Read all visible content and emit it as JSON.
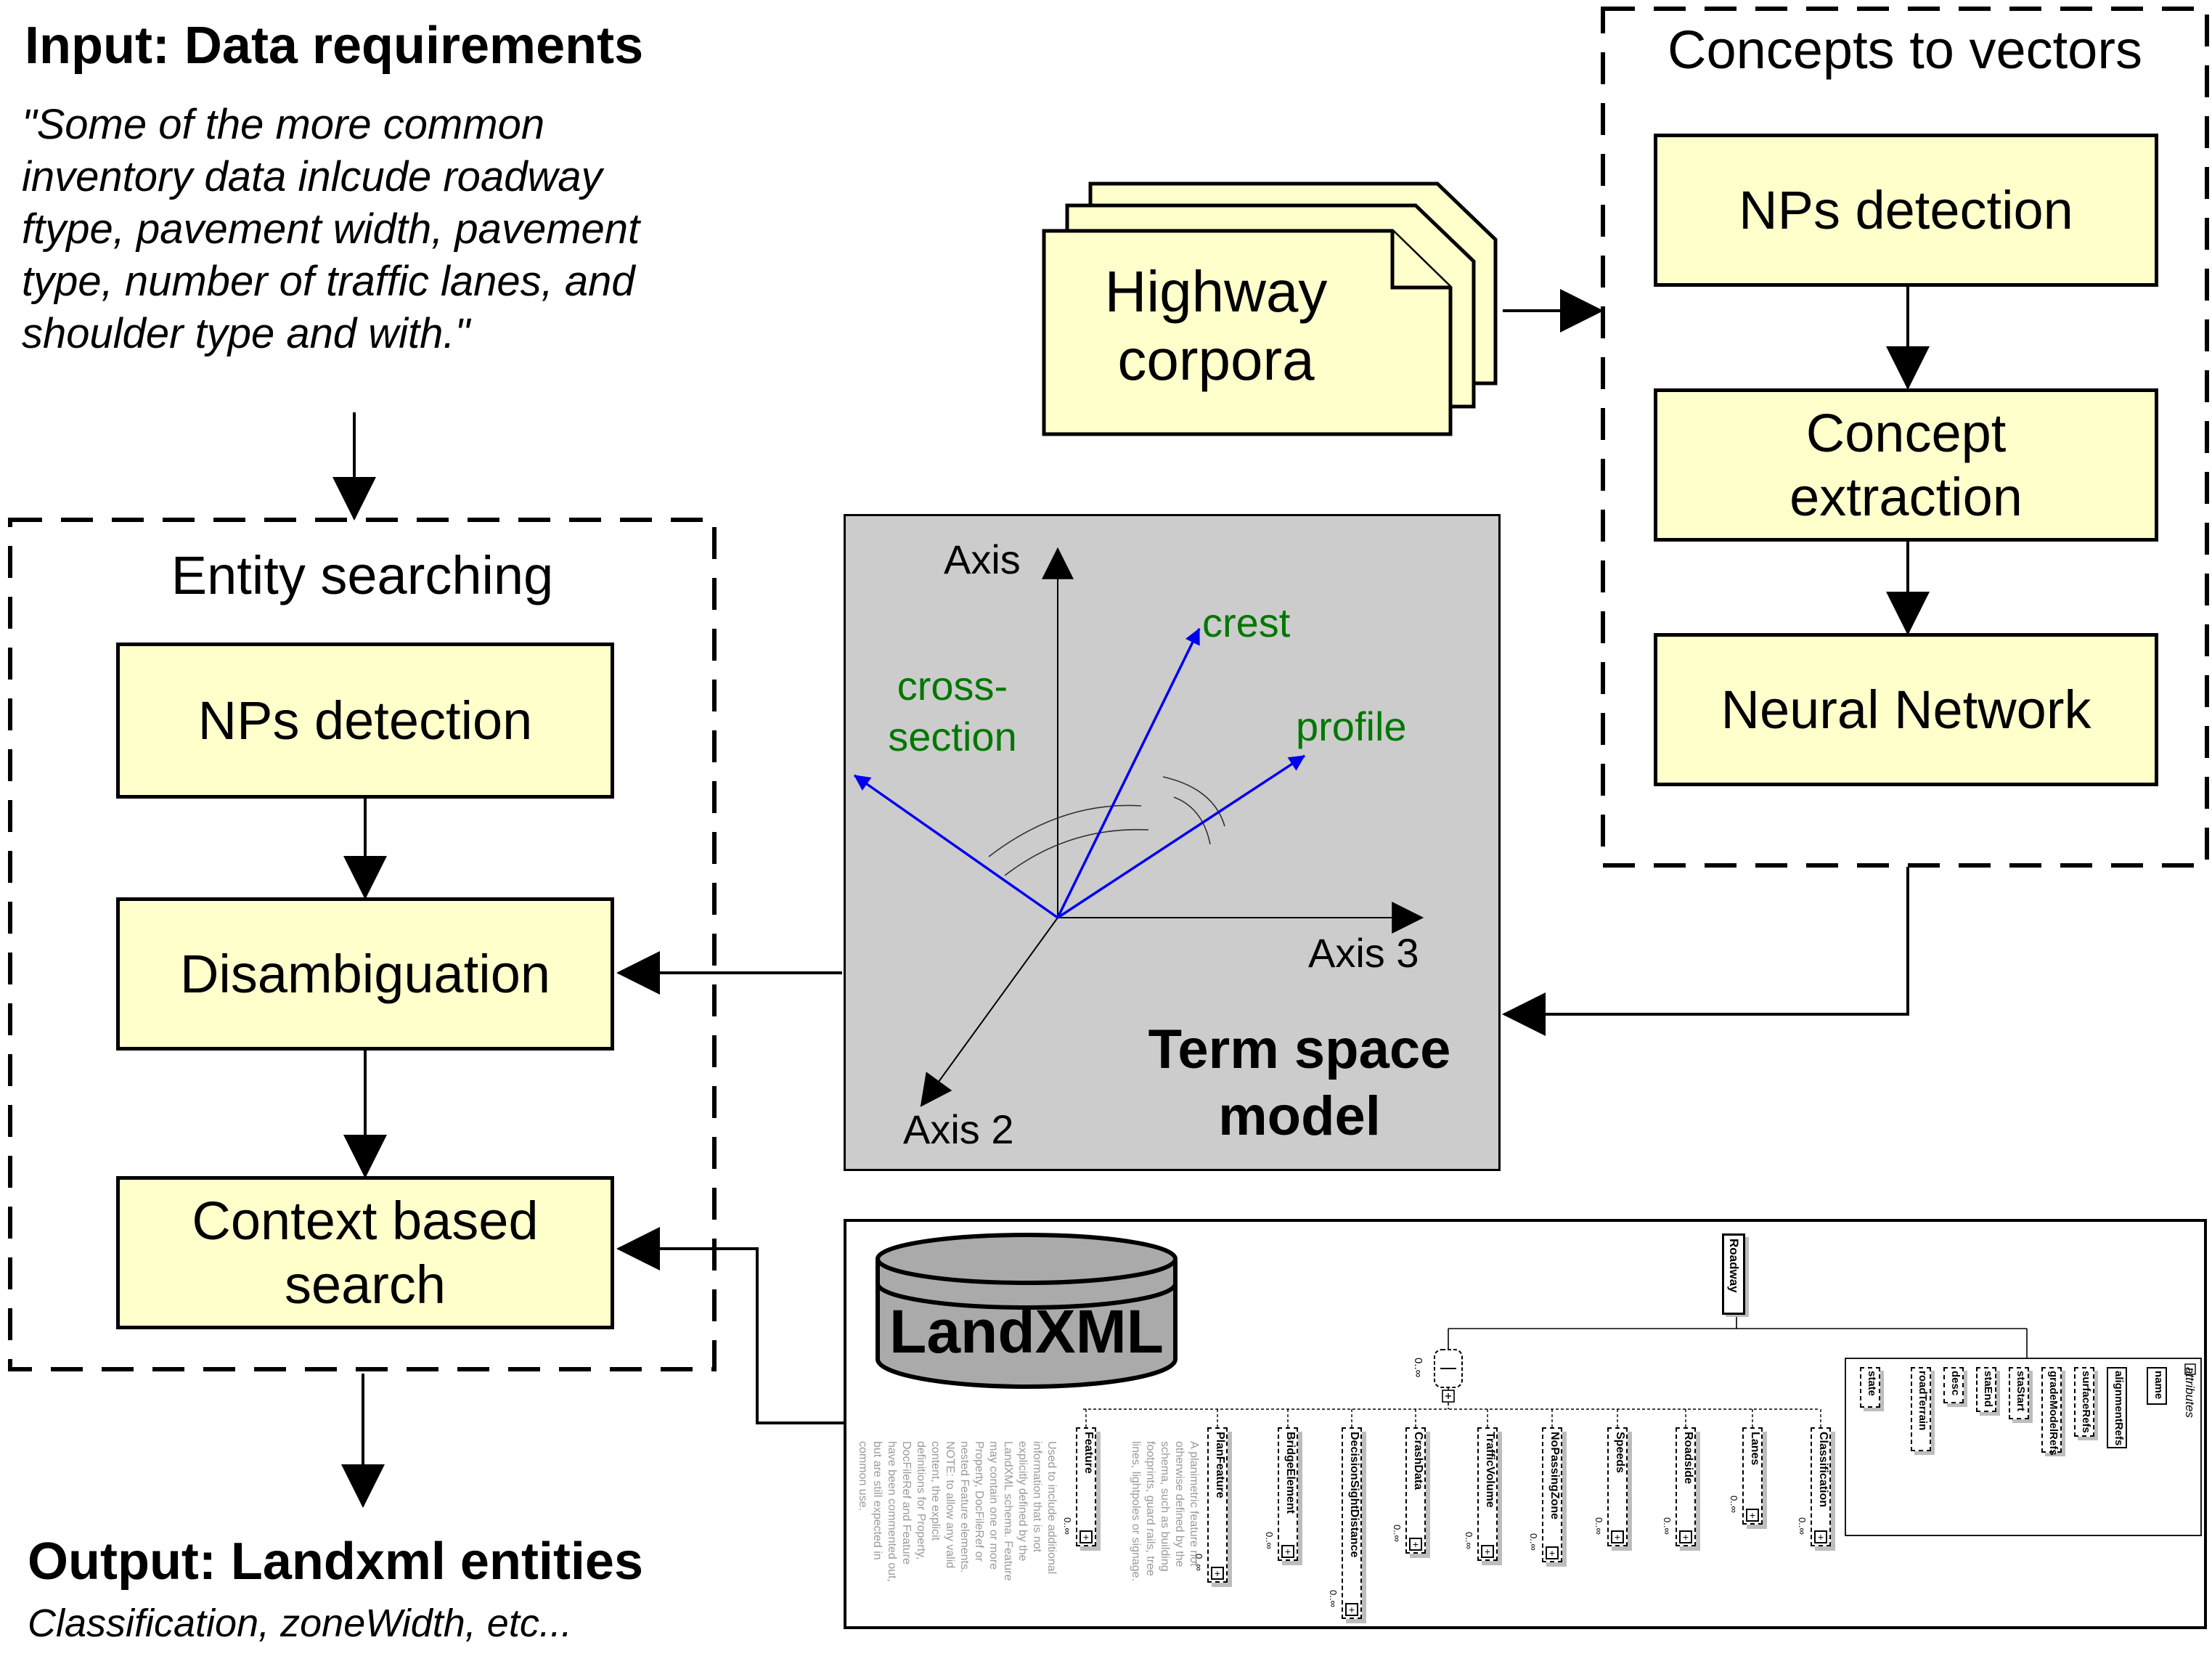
{
  "input": {
    "heading": "Input: Data requirements",
    "quote_lines": [
      "\"Some of the more common",
      "inventory data inlcude roadway",
      "ftype, pavement width, pavement",
      "type, number of traffic lanes, and",
      "shoulder type and with.\""
    ]
  },
  "entity_searching": {
    "title": "Entity searching",
    "steps": [
      "NPs detection",
      "Disambiguation",
      "Context based search"
    ]
  },
  "output": {
    "heading": "Output: Landxml entities",
    "subtitle": "Classification, zoneWidth, etc..."
  },
  "concepts_to_vectors": {
    "title": "Concepts to vectors",
    "steps": [
      "NPs detection",
      "Concept extraction",
      "Neural Network"
    ]
  },
  "corpora": {
    "label": "Highway corpora"
  },
  "term_space": {
    "title": "Term space model",
    "axes": [
      "Axis",
      "Axis 2",
      "Axis 3"
    ],
    "vectors": [
      "crest",
      "cross-section",
      "profile"
    ]
  },
  "landxml": {
    "db_label": "LandXML",
    "root": "Roadway",
    "attributes_label": "attributes",
    "children": [
      "Feature",
      "PlanFeature",
      "BridgeElement",
      "DecisionSightDistance",
      "CrashData",
      "TrafficVolume",
      "NoPassingZone",
      "Speeds",
      "Roadside",
      "Lanes",
      "Classification"
    ],
    "multiplicity": "0..∞",
    "attributes": [
      "name",
      "alignmentRefs",
      "surfaceRefs",
      "gradeModelRefs",
      "staStart",
      "staEnd",
      "desc",
      "roadTerrain",
      "state"
    ],
    "notes": [
      "Used to include additional",
      "information that is not",
      "explicitly defined by the",
      "LandXML schema. Feature",
      "may contain one or more",
      "Property, DocFileRef or",
      "nested Feature elements.",
      "NOTE: to allow any valid",
      "content, the explicit",
      "definitions for Property,",
      "DocFileRef and Feature",
      "have been commented out,",
      "but are still expected in",
      "common use."
    ],
    "plan_feature_note": [
      "A planimetric feature not",
      "otherwise defined by the",
      "schema, such as building",
      "footprints, guard rails, tree",
      "lines, lightpoles or signage."
    ]
  },
  "colors": {
    "box_fill": "#ffffcc",
    "term_space_fill": "#cccccc",
    "vector_blue": "#0000ee",
    "label_green": "#007700",
    "db_fill": "#aaaaaa"
  }
}
